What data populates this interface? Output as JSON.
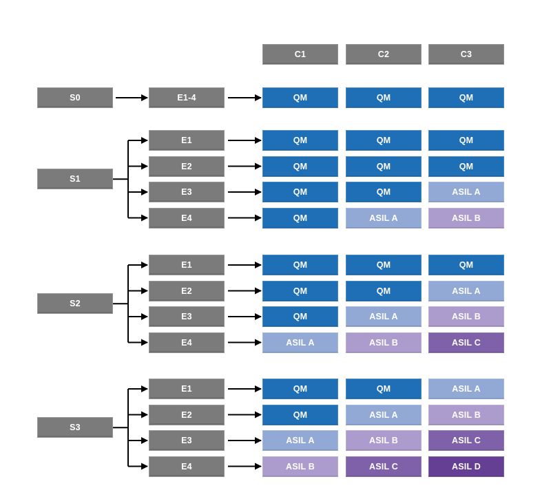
{
  "columns": [
    "C1",
    "C2",
    "C3"
  ],
  "colors": {
    "box_gray": "#7b7b7b",
    "line": "#000000",
    "QM": "#1f6fb7",
    "ASIL A": "#92a9d6",
    "ASIL B": "#ac9bcd",
    "ASIL C": "#7f61a9",
    "ASIL D": "#653f94"
  },
  "groups": [
    {
      "severity": "S0",
      "rows": [
        {
          "exposure": "E1-4",
          "values": [
            "QM",
            "QM",
            "QM"
          ]
        }
      ]
    },
    {
      "severity": "S1",
      "rows": [
        {
          "exposure": "E1",
          "values": [
            "QM",
            "QM",
            "QM"
          ]
        },
        {
          "exposure": "E2",
          "values": [
            "QM",
            "QM",
            "QM"
          ]
        },
        {
          "exposure": "E3",
          "values": [
            "QM",
            "QM",
            "ASIL A"
          ]
        },
        {
          "exposure": "E4",
          "values": [
            "QM",
            "ASIL A",
            "ASIL B"
          ]
        }
      ]
    },
    {
      "severity": "S2",
      "rows": [
        {
          "exposure": "E1",
          "values": [
            "QM",
            "QM",
            "QM"
          ]
        },
        {
          "exposure": "E2",
          "values": [
            "QM",
            "QM",
            "ASIL A"
          ]
        },
        {
          "exposure": "E3",
          "values": [
            "QM",
            "ASIL A",
            "ASIL B"
          ]
        },
        {
          "exposure": "E4",
          "values": [
            "ASIL A",
            "ASIL B",
            "ASIL C"
          ]
        }
      ]
    },
    {
      "severity": "S3",
      "rows": [
        {
          "exposure": "E1",
          "values": [
            "QM",
            "QM",
            "ASIL A"
          ]
        },
        {
          "exposure": "E2",
          "values": [
            "QM",
            "ASIL A",
            "ASIL B"
          ]
        },
        {
          "exposure": "E3",
          "values": [
            "ASIL A",
            "ASIL B",
            "ASIL C"
          ]
        },
        {
          "exposure": "E4",
          "values": [
            "ASIL B",
            "ASIL C",
            "ASIL D"
          ]
        }
      ]
    }
  ]
}
